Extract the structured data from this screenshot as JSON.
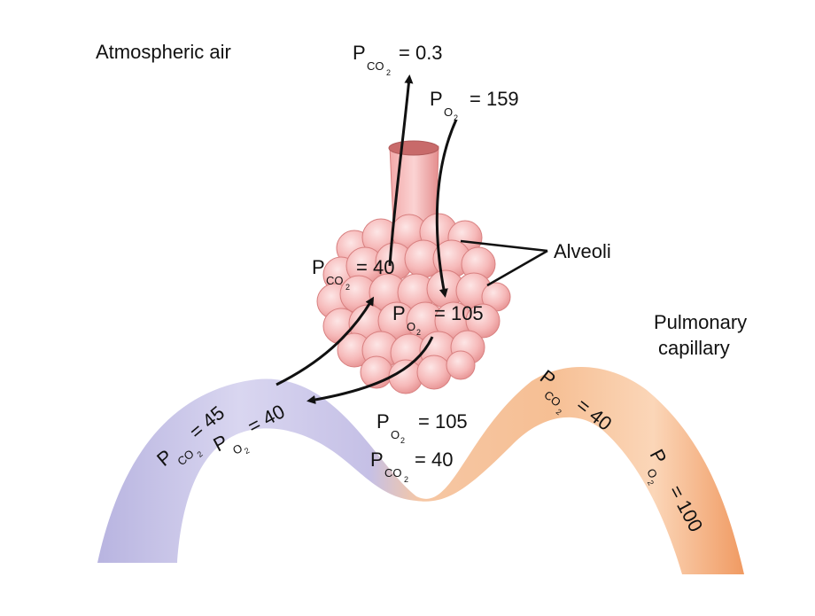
{
  "labels": {
    "atmospheric_air": "Atmospheric air",
    "alveoli": "Alveoli",
    "pulmonary_line1": "Pulmonary",
    "pulmonary_line2": "capillary"
  },
  "gas": {
    "p": "P",
    "co2": "CO",
    "co2_sub": "2",
    "o2": "O",
    "o2_sub": "2"
  },
  "values": {
    "atm_pco2": "= 0.3",
    "atm_po2": "= 159",
    "alv_pco2": "= 40",
    "alv_po2": "= 105",
    "venous_pco2": "= 45",
    "venous_po2": "= 40",
    "mid_po2": "= 105",
    "mid_pco2": "= 40",
    "arterial_pco2": "= 40",
    "arterial_po2": "= 100"
  },
  "colors": {
    "venous": "#b9b6e2",
    "arterial": "#f3a46e",
    "alveoli": "#f4b7b7",
    "trachea": "#ee9a9a"
  }
}
